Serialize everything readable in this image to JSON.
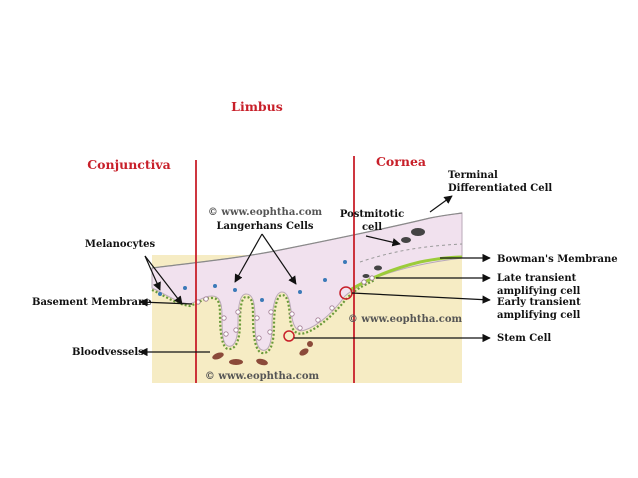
{
  "regions": {
    "limbus": "Limbus",
    "conjunctiva": "Conjunctiva",
    "cornea": "Cornea"
  },
  "labels": {
    "terminal_1": "Terminal",
    "terminal_2": "Differentiated Cell",
    "postmitotic_1": "Postmitotic",
    "postmitotic_2": "cell",
    "langerhans": "Langerhans Cells",
    "melanocytes": "Melanocytes",
    "basement": "Basement Membrane",
    "bloodvessels": "Bloodvessels",
    "bowmans": "Bowman's Membrane",
    "late_1": "Late transient",
    "late_2": "amplifying cell",
    "early_1": "Early transient",
    "early_2": "amplifying cell",
    "stem": "Stem Cell"
  },
  "watermarks": {
    "top": "© www.eophtha.com",
    "right": "© www.eophtha.com",
    "bottom": "© www.eophtha.com"
  },
  "colors": {
    "region_title": "#c8202a",
    "divider": "#c8202a",
    "stroma": "#f6ecc4",
    "epithelium": "#f1e1ee",
    "bowman": "#9ccc3a",
    "basement_dots": "#6a9a3a",
    "vessel": "#8b4a3a"
  }
}
